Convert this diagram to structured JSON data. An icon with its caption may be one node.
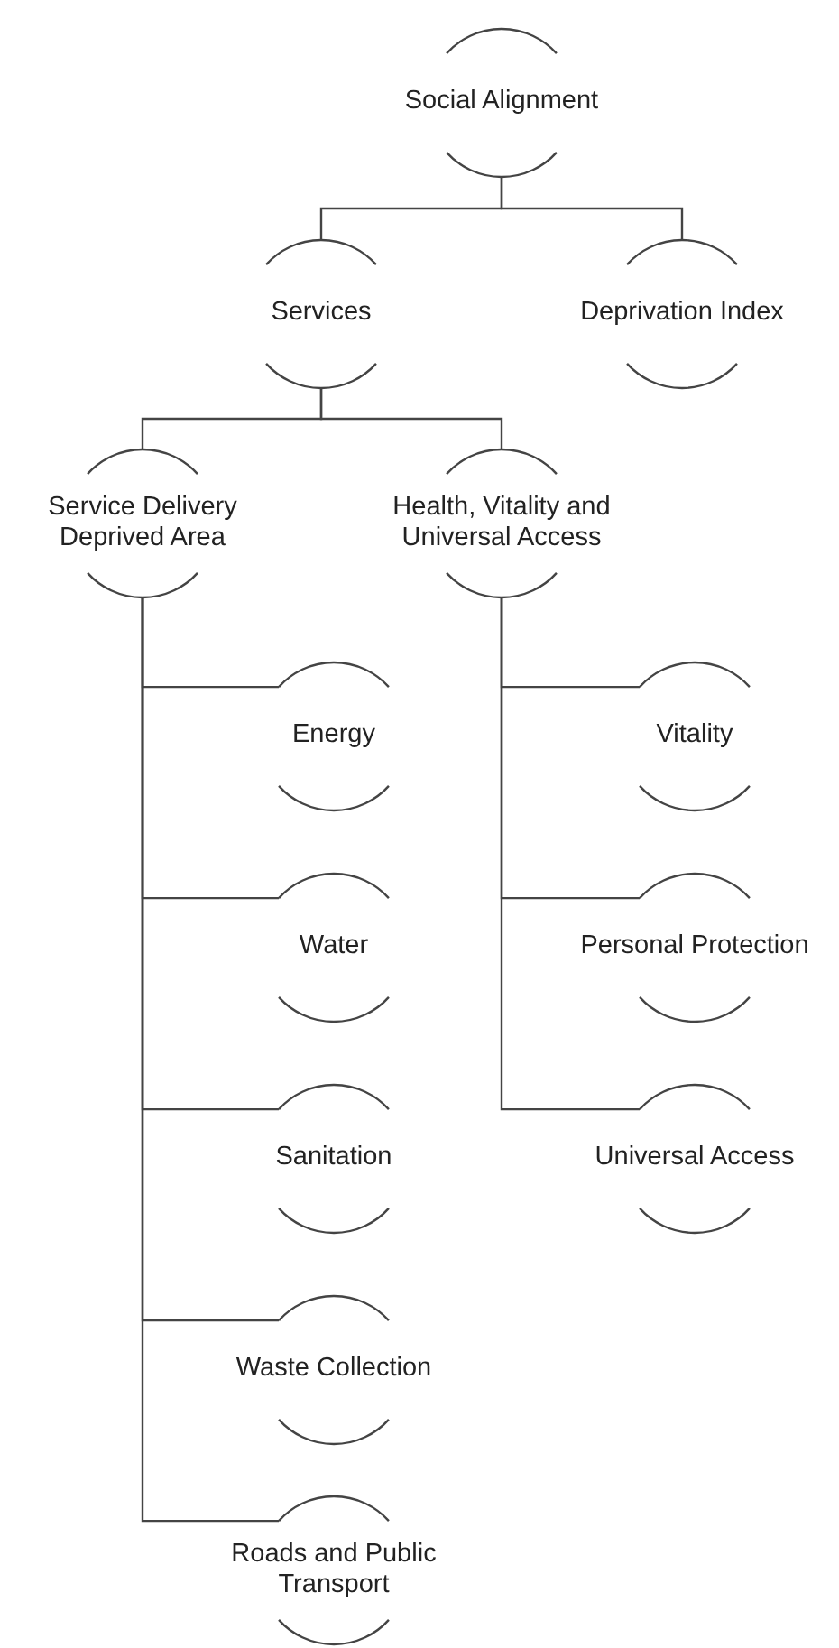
{
  "diagram": {
    "nodes": [
      {
        "text": [
          "Social Alignment"
        ]
      },
      {
        "text": [
          "Services"
        ]
      },
      {
        "text": [
          "Deprivation Index"
        ]
      },
      {
        "text": [
          "Service Delivery Deprived Area"
        ]
      },
      {
        "text": [
          "Health, Vitality and Universal Access"
        ]
      },
      {
        "text": [
          "Energy"
        ]
      },
      {
        "text": [
          "Vitality"
        ]
      },
      {
        "text": [
          "Water"
        ]
      },
      {
        "text": [
          "Personal Protection"
        ]
      },
      {
        "text": [
          "Sanitation"
        ]
      },
      {
        "text": [
          "Universal Access"
        ]
      },
      {
        "text": [
          "Waste Collection"
        ]
      },
      {
        "text": [
          "Roads and Public Transport"
        ]
      }
    ],
    "edges": [
      {
        "from": 0,
        "to": 1,
        "arrow": "none"
      },
      {
        "from": 0,
        "to": 2,
        "arrow": "none"
      },
      {
        "from": 1,
        "to": 3,
        "arrow": "none"
      },
      {
        "from": 1,
        "to": 4,
        "arrow": "none"
      },
      {
        "from": 3,
        "to": 5,
        "arrow": "none"
      },
      {
        "from": 3,
        "to": 7,
        "arrow": "none"
      },
      {
        "from": 3,
        "to": 9,
        "arrow": "none"
      },
      {
        "from": 3,
        "to": 11,
        "arrow": "none"
      },
      {
        "from": 3,
        "to": 12,
        "arrow": "none"
      },
      {
        "from": 4,
        "to": 6,
        "arrow": "none"
      },
      {
        "from": 4,
        "to": 8,
        "arrow": "none"
      },
      {
        "from": 4,
        "to": 10,
        "arrow": "none"
      }
    ]
  }
}
